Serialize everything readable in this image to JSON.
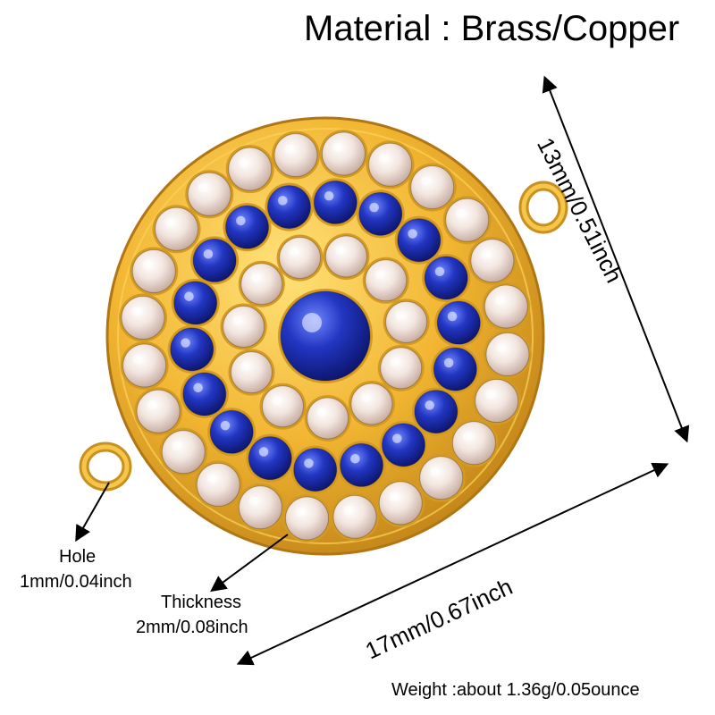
{
  "title": "Material : Brass/Copper",
  "dimensions": {
    "height": "13mm/0.51inch",
    "width": "17mm/0.67inch"
  },
  "hole": {
    "label": "Hole",
    "value": "1mm/0.04inch"
  },
  "thickness": {
    "label": "Thickness",
    "value": "2mm/0.08inch"
  },
  "weight": "Weight :about 1.36g/0.05ounce",
  "colors": {
    "gold": "#e6ab2a",
    "gold_dark": "#b37812",
    "sapphire": "#1e2fa8",
    "crystal": "#f2e4dc"
  }
}
